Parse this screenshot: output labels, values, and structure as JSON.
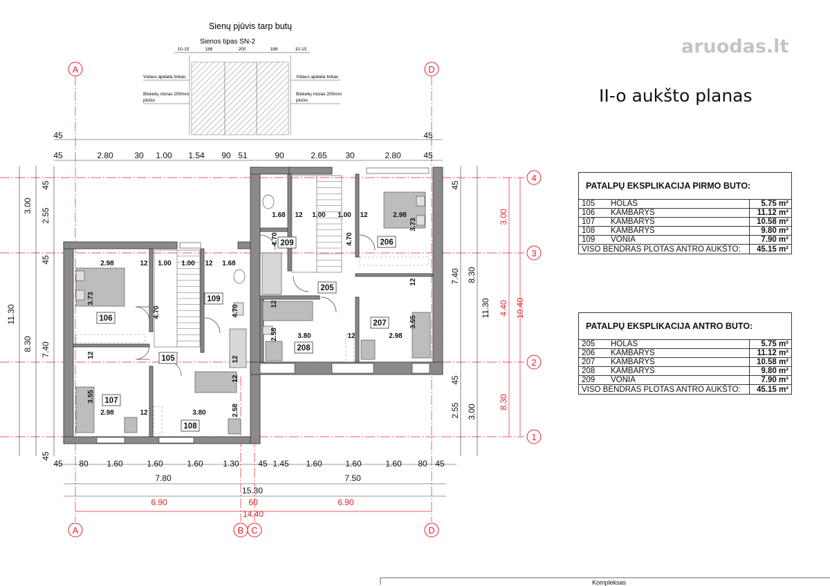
{
  "watermark": "aruodas.lt",
  "title": "II-o aukšto planas",
  "section": {
    "title": "Sienų pjūvis tarp butų",
    "wall_type": "Sienos tipas SN-2",
    "dims": [
      "10-15",
      "188",
      "200",
      "188",
      "10-15"
    ],
    "left_label_1": "Vidaus apdaila tinkas",
    "left_label_2": "Blokelių mūras 200mm",
    "left_label_3": "pločio",
    "right_label_1": "Vidaus apdaila tinkas",
    "right_label_2": "Blokelių mūras 200mm",
    "right_label_3": "pločio"
  },
  "axes": {
    "A": "A",
    "B": "B",
    "C": "C",
    "D": "D",
    "a1": "1",
    "a2": "2",
    "a3": "3",
    "a4": "4"
  },
  "dims_top": {
    "row1": [
      "45",
      "45"
    ],
    "row2": [
      "45",
      "2.80",
      "30",
      "1.00",
      "1.54",
      "90",
      "51",
      "90",
      "2.65",
      "30",
      "2.80",
      "45"
    ]
  },
  "dims_bottom": {
    "row1": [
      "45",
      "80",
      "1.60",
      "1.60",
      "1.60",
      "1.30",
      "45",
      "1.45",
      "1.60",
      "1.60",
      "1.60",
      "80",
      "45"
    ],
    "row2": [
      "7.80",
      "7.50"
    ],
    "row3": "15.30",
    "red": [
      "6.90",
      "60",
      "6.90"
    ],
    "red_total": "14.40"
  },
  "dims_left": [
    "45",
    "2.55",
    "3.00",
    "45",
    "11.30",
    "8.30",
    "7.40",
    "45"
  ],
  "dims_right": [
    "45",
    "3.00",
    "7.40",
    "8.30",
    "11.30",
    "4.40",
    "10.40",
    "45",
    "2.55",
    "3.00"
  ],
  "rooms": [
    "105",
    "106",
    "107",
    "108",
    "109",
    "205",
    "206",
    "207",
    "208",
    "209"
  ],
  "room_dims": {
    "r106": [
      "2.98",
      "3.73",
      "4.70"
    ],
    "r105": [
      "12",
      "1.00",
      "1.00",
      "12",
      "1.68",
      "4.70"
    ],
    "r107": [
      "3.55",
      "2.98",
      "12"
    ],
    "r108": [
      "3.80",
      "2.58",
      "12"
    ],
    "r209": [
      "1.68",
      "12",
      "1.00",
      "1.00",
      "12",
      "4.70",
      "4.70"
    ],
    "r206": [
      "2.98",
      "3.73"
    ],
    "r207": [
      "2.98",
      "3.55",
      "12",
      "12"
    ],
    "r208": [
      "3.80",
      "2.58",
      "12"
    ],
    "misc": [
      "12",
      "12"
    ]
  },
  "table1": {
    "title": "PATALPŲ EKSPLIKACIJA PIRMO BUTO:",
    "rows": [
      {
        "no": "105",
        "name": "HOLAS",
        "area": "5.75 m²"
      },
      {
        "no": "106",
        "name": "KAMBARYS",
        "area": "11.12 m²"
      },
      {
        "no": "107",
        "name": "KAMBARYS",
        "area": "10.58 m²"
      },
      {
        "no": "108",
        "name": "KAMBARYS",
        "area": "9.80 m²"
      },
      {
        "no": "109",
        "name": "VONIA",
        "area": "7.90 m²"
      }
    ],
    "total_label": "VISO BENDRAS PLOTAS ANTRO AUKŠTO:",
    "total": "45.15 m²"
  },
  "table2": {
    "title": "PATALPŲ EKSPLIKACIJA ANTRO BUTO:",
    "rows": [
      {
        "no": "205",
        "name": "HOLAS",
        "area": "5.75 m²"
      },
      {
        "no": "206",
        "name": "KAMBARYS",
        "area": "11.12 m²"
      },
      {
        "no": "207",
        "name": "KAMBARYS",
        "area": "10.58 m²"
      },
      {
        "no": "208",
        "name": "KAMBARYS",
        "area": "9.80 m²"
      },
      {
        "no": "209",
        "name": "VONIA",
        "area": "7.90 m²"
      }
    ],
    "total_label": "VISO BENDRAS PLOTAS ANTRO AUKŠTO:",
    "total": "45.15 m²"
  },
  "footer": "Kompleksas",
  "colors": {
    "red": "#e4202a",
    "wall": "#8a8a8a",
    "line": "#222222",
    "watermark": "#c4c4c4"
  }
}
